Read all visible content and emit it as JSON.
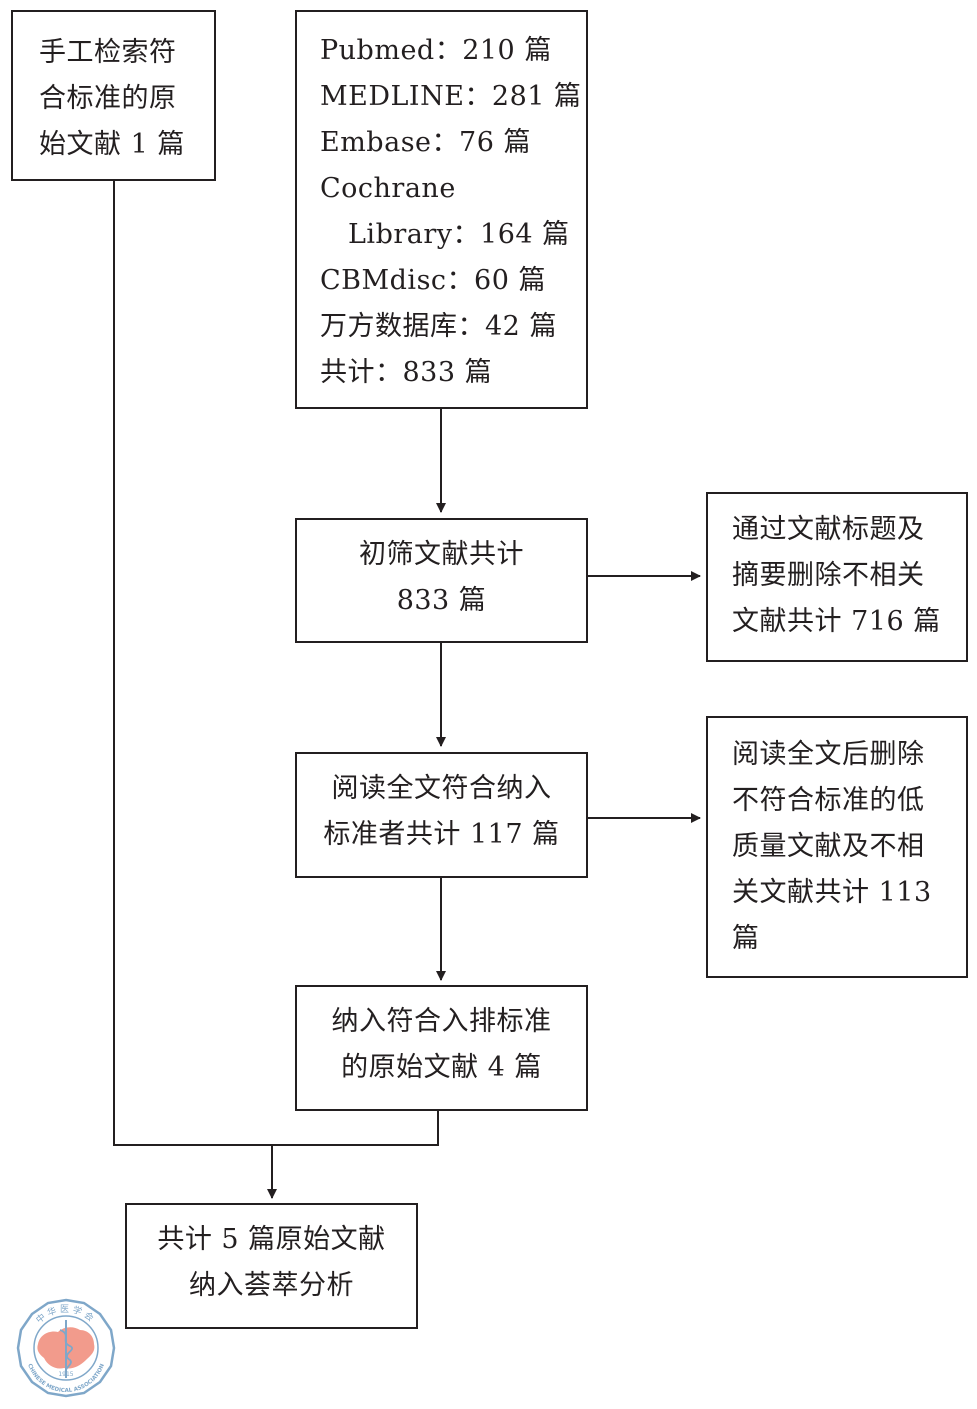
{
  "boxes": {
    "manual": {
      "lines": [
        "手工检索符",
        "合标准的原",
        "始文献 1 篇"
      ]
    },
    "databases": {
      "lines": [
        "Pubmed：210 篇",
        "MEDLINE：281 篇",
        "Embase：76 篇",
        "Cochrane",
        "Library：164 篇",
        "CBMdisc：60 篇",
        "万方数据库：42 篇",
        "共计：833 篇"
      ]
    },
    "initial_screen": {
      "lines": [
        "初筛文献共计",
        "833 篇"
      ]
    },
    "excluded_title": {
      "lines": [
        "通过文献标题及",
        "摘要删除不相关",
        "文献共计 716 篇"
      ]
    },
    "fulltext": {
      "lines": [
        "阅读全文符合纳入",
        "标准者共计 117 篇"
      ]
    },
    "excluded_fulltext": {
      "lines": [
        "阅读全文后删除",
        "不符合标准的低",
        "质量文献及不相",
        "关文献共计 113",
        "篇"
      ]
    },
    "included": {
      "lines": [
        "纳入符合入排标准",
        "的原始文献 4 篇"
      ]
    },
    "final": {
      "lines": [
        "共计 5 篇原始文献",
        "纳入荟萃分析"
      ]
    }
  },
  "logo": {
    "top_text": "中华医学会",
    "bottom_text": "CHINESE MEDICAL ASSOCIATION",
    "year": "1915",
    "ring_color": "#7fa7c9",
    "map_color": "#f08a78"
  }
}
